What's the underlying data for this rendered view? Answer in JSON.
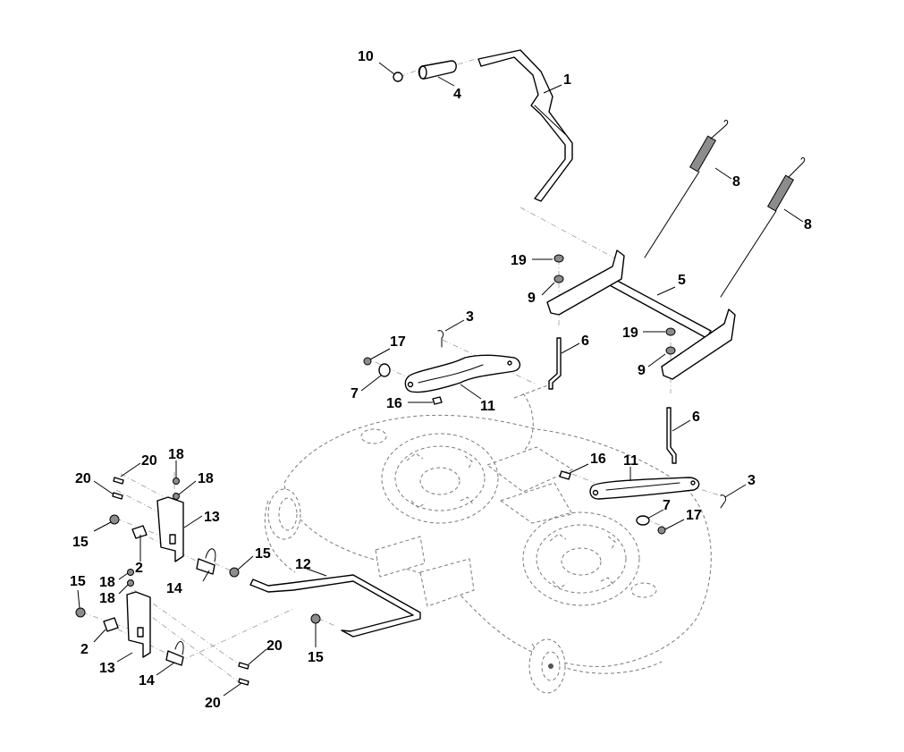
{
  "diagram": {
    "title": "Deck lift mechanism exploded view",
    "label_color": "#000000",
    "callouts": [
      {
        "id": "c10",
        "part": "10",
        "text": "10"
      },
      {
        "id": "c4",
        "part": "4",
        "text": "4"
      },
      {
        "id": "c1",
        "part": "1",
        "text": "1"
      },
      {
        "id": "c8a",
        "part": "8",
        "text": "8"
      },
      {
        "id": "c8b",
        "part": "8",
        "text": "8"
      },
      {
        "id": "c19a",
        "part": "19",
        "text": "19"
      },
      {
        "id": "c9a",
        "part": "9",
        "text": "9"
      },
      {
        "id": "c5",
        "part": "5",
        "text": "5"
      },
      {
        "id": "c19b",
        "part": "19",
        "text": "19"
      },
      {
        "id": "c9b",
        "part": "9",
        "text": "9"
      },
      {
        "id": "c3a",
        "part": "3",
        "text": "3"
      },
      {
        "id": "c6a",
        "part": "6",
        "text": "6"
      },
      {
        "id": "c17a",
        "part": "17",
        "text": "17"
      },
      {
        "id": "c7a",
        "part": "7",
        "text": "7"
      },
      {
        "id": "c16a",
        "part": "16",
        "text": "16"
      },
      {
        "id": "c11a",
        "part": "11",
        "text": "11"
      },
      {
        "id": "c6b",
        "part": "6",
        "text": "6"
      },
      {
        "id": "c16b",
        "part": "16",
        "text": "16"
      },
      {
        "id": "c11b",
        "part": "11",
        "text": "11"
      },
      {
        "id": "c3b",
        "part": "3",
        "text": "3"
      },
      {
        "id": "c7b",
        "part": "7",
        "text": "7"
      },
      {
        "id": "c17b",
        "part": "17",
        "text": "17"
      },
      {
        "id": "c20a",
        "part": "20",
        "text": "20"
      },
      {
        "id": "c18a",
        "part": "18",
        "text": "18"
      },
      {
        "id": "c20b",
        "part": "20",
        "text": "20"
      },
      {
        "id": "c18b",
        "part": "18",
        "text": "18"
      },
      {
        "id": "c13a",
        "part": "13",
        "text": "13"
      },
      {
        "id": "c15a",
        "part": "15",
        "text": "15"
      },
      {
        "id": "c2a",
        "part": "2",
        "text": "2"
      },
      {
        "id": "c15b",
        "part": "15",
        "text": "15"
      },
      {
        "id": "c14a",
        "part": "14",
        "text": "14"
      },
      {
        "id": "c12",
        "part": "12",
        "text": "12"
      },
      {
        "id": "c15c",
        "part": "15",
        "text": "15"
      },
      {
        "id": "c18c",
        "part": "18",
        "text": "18"
      },
      {
        "id": "c18d",
        "part": "18",
        "text": "18"
      },
      {
        "id": "c2b",
        "part": "2",
        "text": "2"
      },
      {
        "id": "c13b",
        "part": "13",
        "text": "13"
      },
      {
        "id": "c14b",
        "part": "14",
        "text": "14"
      },
      {
        "id": "c15d",
        "part": "15",
        "text": "15"
      },
      {
        "id": "c20c",
        "part": "20",
        "text": "20"
      },
      {
        "id": "c20d",
        "part": "20",
        "text": "20"
      }
    ],
    "parts": [
      {
        "number": "1",
        "name": "lift-handle"
      },
      {
        "number": "2",
        "name": "spacer-bushing"
      },
      {
        "number": "3",
        "name": "hairpin-clip"
      },
      {
        "number": "4",
        "name": "handle-grip"
      },
      {
        "number": "5",
        "name": "lift-shaft-assembly"
      },
      {
        "number": "6",
        "name": "lift-link-rod"
      },
      {
        "number": "7",
        "name": "washer"
      },
      {
        "number": "8",
        "name": "extension-spring"
      },
      {
        "number": "9",
        "name": "nut"
      },
      {
        "number": "10",
        "name": "end-cap"
      },
      {
        "number": "11",
        "name": "lift-arm"
      },
      {
        "number": "12",
        "name": "front-hanger-rod"
      },
      {
        "number": "13",
        "name": "hanger-bracket"
      },
      {
        "number": "14",
        "name": "pin-with-clip"
      },
      {
        "number": "15",
        "name": "lock-nut"
      },
      {
        "number": "16",
        "name": "shoulder-bolt"
      },
      {
        "number": "17",
        "name": "lock-nut"
      },
      {
        "number": "18",
        "name": "nut"
      },
      {
        "number": "19",
        "name": "lock-nut"
      },
      {
        "number": "20",
        "name": "bolt"
      }
    ]
  }
}
